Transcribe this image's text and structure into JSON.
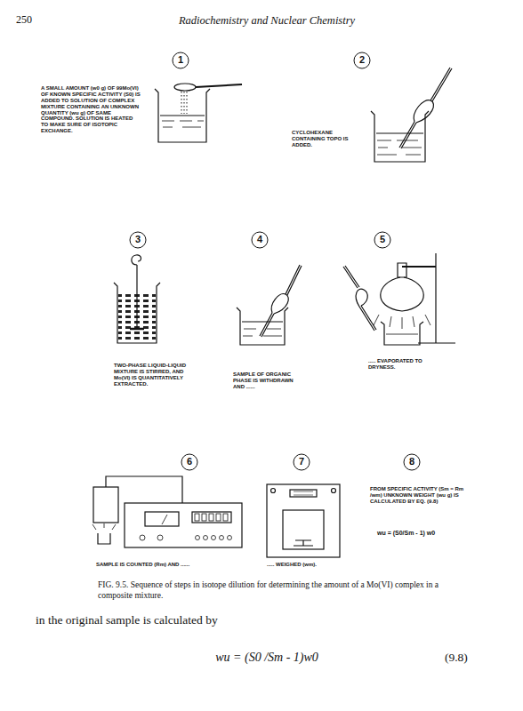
{
  "diagram": {
    "caption": "FIG. 9.5. Sequence of steps in isotope dilution for determining the amount of a Mo(VI) complex in a composite mixture.",
    "labels": [
      "250",
      "Radiochemistry and Nuclear Chemistry",
      "1",
      "A SMALL AMOUNT (w0 g) OF 99Mo(VI) OF KNOWN SPECIFIC ACTIVITY (S0) IS ADDED TO SOLUTION OF COMPLEX MIXTURE CONTAINING AN UNKNOWN QUANTITY (wu g) OF SAME COMPOUND. SOLUTION IS HEATED TO MAKE SURE OF ISOTOPIC EXCHANGE.",
      "2",
      "CYCLOHEXANE CONTAINING TOPO IS ADDED.",
      "3",
      "4",
      "5",
      "TWO-PHASE LIQUID-LIQUID MIXTURE IS STIRRED, AND Mo(VI) IS QUANTITATIVELY EXTRACTED.",
      "SAMPLE OF ORGANIC PHASE IS WITHDRAWN AND ......",
      "..... EVAPORATED TO DRYNESS.",
      "6",
      "7",
      "8",
      "SAMPLE IS COUNTED (Rm) AND ......",
      "..... WEIGHED (wm).",
      "FROM SPECIFIC ACTIVITY (Sm = Rm /wm) UNKNOWN WEIGHT (wu g) IS CALCULATED BY EQ. (9.8)",
      "wu = (S0/Sm - 1) w0",
      "in the original sample is calculated by",
      "wu = (S0 /Sm - 1)w0",
      "(9.8)"
    ]
  }
}
